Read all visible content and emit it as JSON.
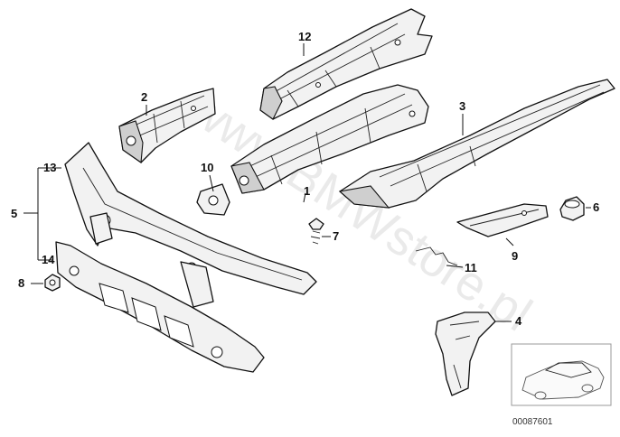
{
  "watermark": "www.BMWstore.pl",
  "diagram_id": "00087601",
  "callouts": {
    "c1": "1",
    "c2": "2",
    "c3": "3",
    "c4": "4",
    "c5": "5",
    "c6": "6",
    "c7": "7",
    "c8": "8",
    "c9": "9",
    "c10": "10",
    "c11": "11",
    "c12": "12",
    "c13": "13",
    "c14": "14"
  }
}
